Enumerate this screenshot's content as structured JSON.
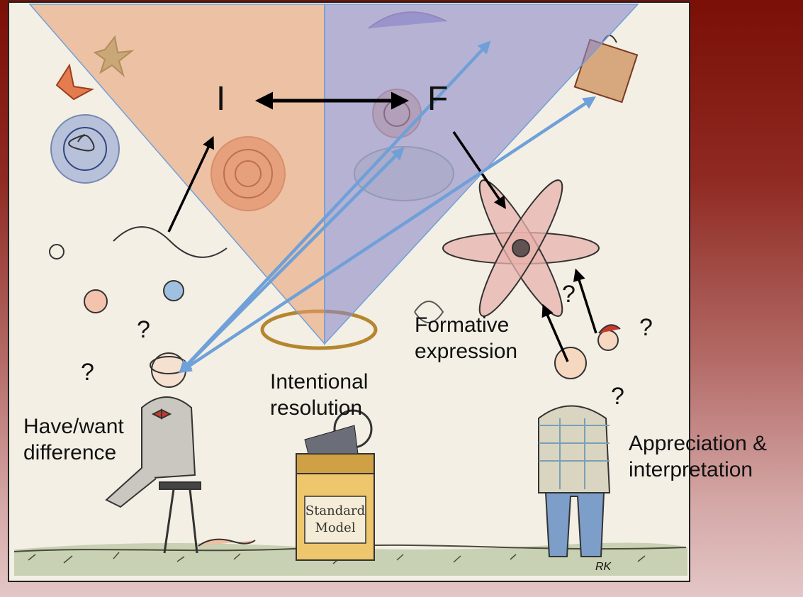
{
  "letters": {
    "i": "I",
    "f": "F"
  },
  "labels": {
    "have_want_line1": "Have/want",
    "have_want_line2": "difference",
    "intentional_line1": "Intentional",
    "intentional_line2": "resolution",
    "formative_line1": "Formative",
    "formative_line2": "expression",
    "appreciation_line1": "Appreciation &",
    "appreciation_line2": "interpretation",
    "machine_sign_line1": "Standard",
    "machine_sign_line2": "Model",
    "signature": "RK"
  },
  "question_mark": "?",
  "colors": {
    "background_top": "#7a0f06",
    "background_bottom": "#e3c6c6",
    "panel": "#f3efe4",
    "triangle_left": "#e79a6e",
    "triangle_right": "#8d88c8",
    "arrow_blue": "#6fa0d8",
    "arrow_black": "#000000"
  }
}
